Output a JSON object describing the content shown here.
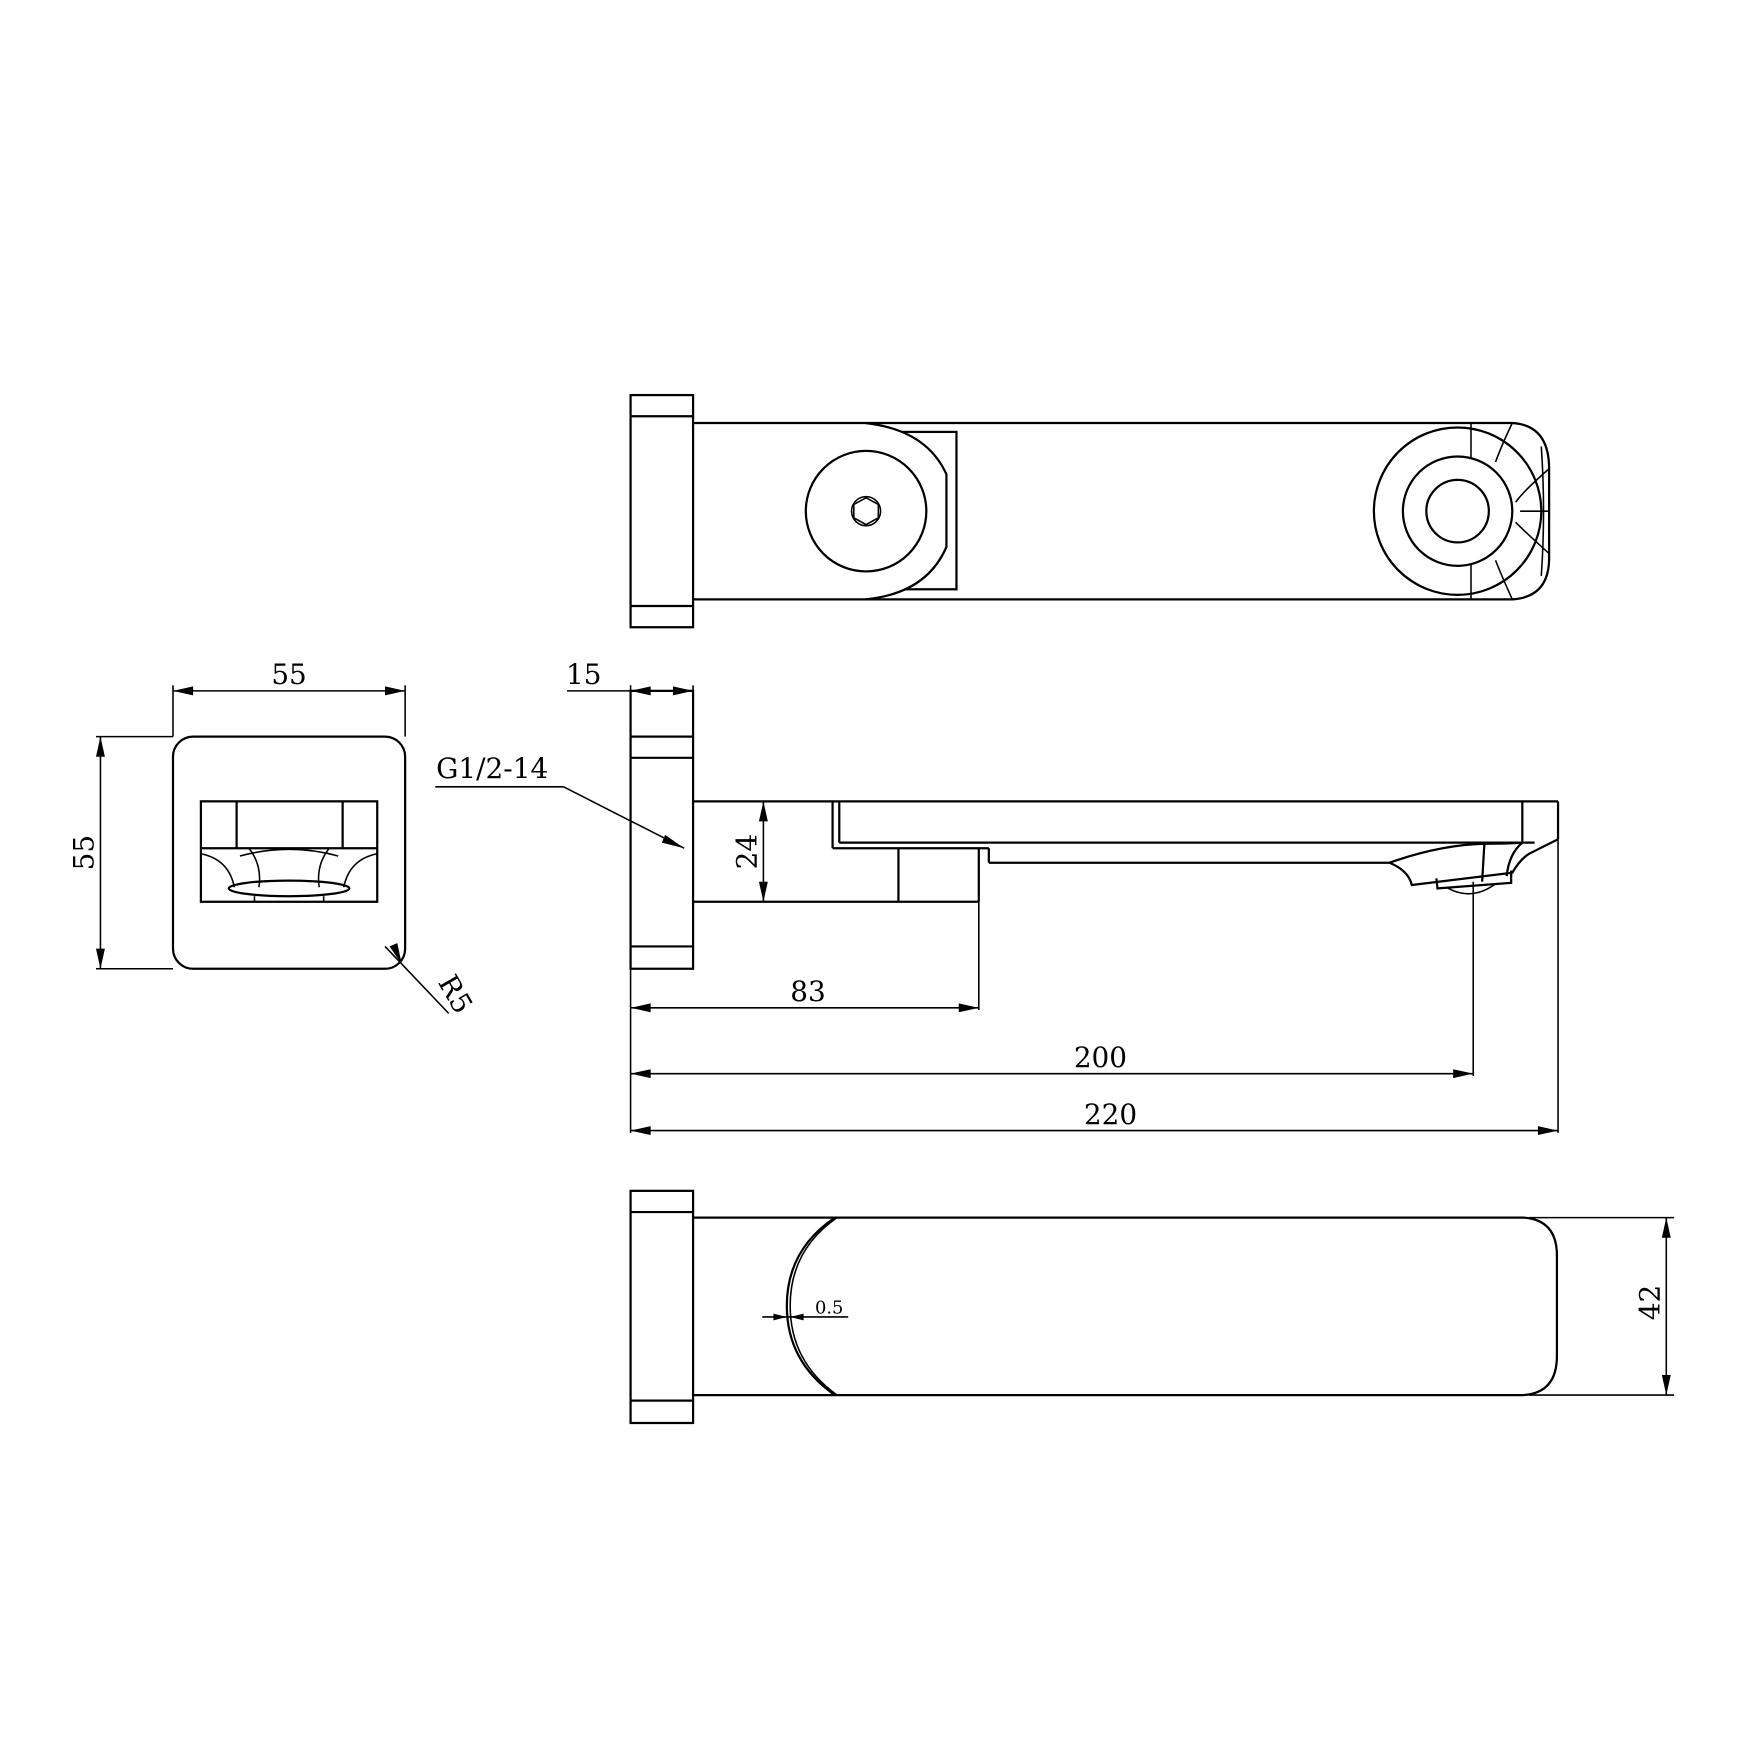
{
  "drawing": {
    "front_view": {
      "width_dim": "55",
      "height_dim": "55",
      "radius_dim": "R5"
    },
    "side_view": {
      "flange_dim": "15",
      "thread_label": "G1/2-14",
      "pipe_dim": "24",
      "dim_83": "83",
      "dim_200": "200",
      "dim_220": "220"
    },
    "bottom_view": {
      "gap_dim": "0.5",
      "width_dim": "42"
    }
  },
  "colors": {
    "line": "#000000",
    "background": "#ffffff"
  }
}
